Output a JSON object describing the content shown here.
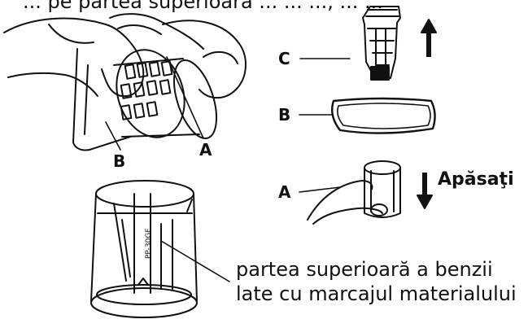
{
  "header": {
    "cut_text": "... pe partea superioară ... ... ..., ... ..."
  },
  "labels": {
    "a_top": "A",
    "b_top": "B",
    "c_right": "C",
    "b_right": "B",
    "a_right": "A"
  },
  "actions": {
    "press": "Apăsaţi"
  },
  "note": {
    "line1": "partea superioară a benzii",
    "line2": "late cu marcajul materialului"
  },
  "filter_marking": "PP-30GF"
}
